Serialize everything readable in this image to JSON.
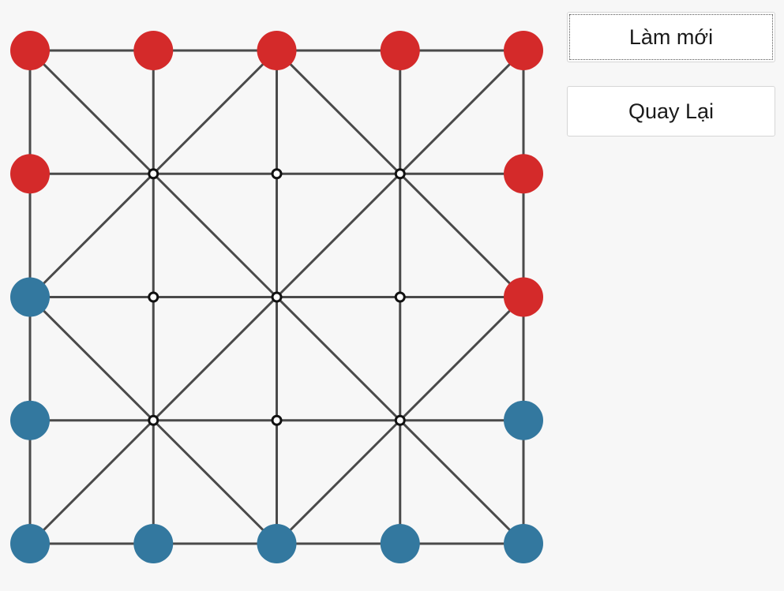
{
  "buttons": {
    "refresh_label": "Làm mới",
    "back_label": "Quay Lại"
  },
  "colors": {
    "player_red": "#d42a2a",
    "player_blue": "#33789f",
    "line": "#4a4a4a",
    "empty_point_fill": "#ffffff",
    "empty_point_stroke": "#111111"
  },
  "board": {
    "size": 5,
    "rows": [
      [
        "red",
        "red",
        "red",
        "red",
        "red"
      ],
      [
        "red",
        "empty",
        "empty",
        "empty",
        "red"
      ],
      [
        "blue",
        "empty",
        "empty",
        "empty",
        "red"
      ],
      [
        "blue",
        "empty",
        "empty",
        "empty",
        "blue"
      ],
      [
        "blue",
        "blue",
        "blue",
        "blue",
        "blue"
      ]
    ]
  }
}
